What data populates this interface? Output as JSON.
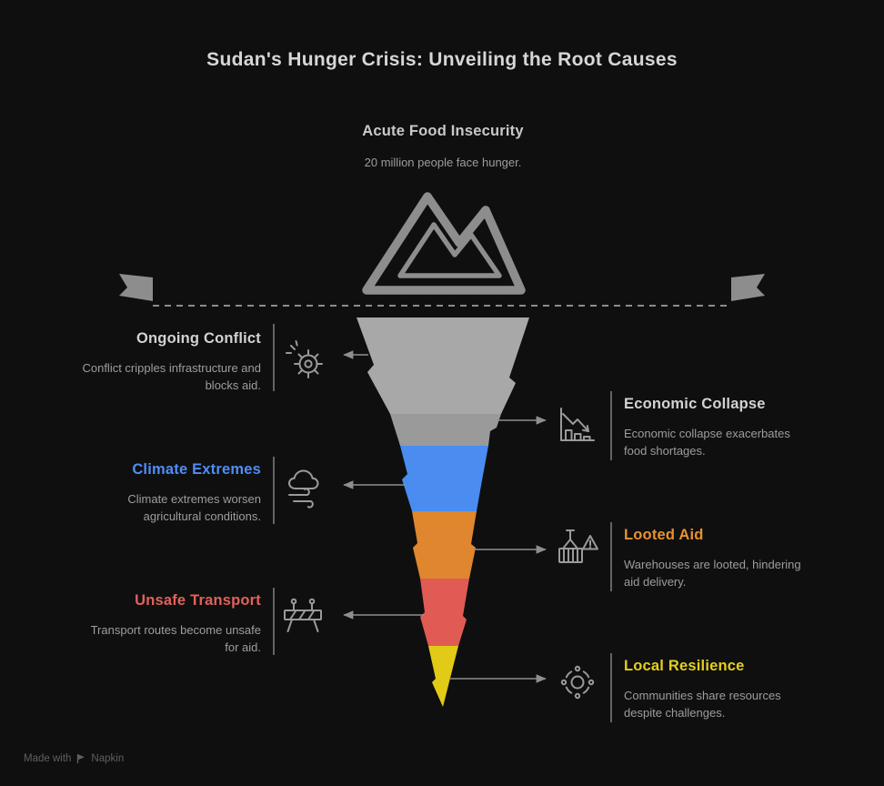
{
  "title": "Sudan's Hunger Crisis: Unveiling the Root Causes",
  "apex": {
    "heading": "Acute Food Insecurity",
    "desc": "20 million people face hunger."
  },
  "left_items": [
    {
      "heading": "Ongoing Conflict",
      "desc": "Conflict cripples infrastructure and\nblocks aid.",
      "color": "#d2d2d2"
    },
    {
      "heading": "Climate Extremes",
      "desc": "Climate extremes worsen\nagricultural conditions.",
      "color": "#4f8ef7"
    },
    {
      "heading": "Unsafe Transport",
      "desc": "Transport routes become unsafe\nfor aid.",
      "color": "#e2615b"
    }
  ],
  "right_items": [
    {
      "heading": "Economic Collapse",
      "desc": "Economic collapse exacerbates\nfood shortages.",
      "color": "#d2d2d2"
    },
    {
      "heading": "Looted Aid",
      "desc": "Warehouses are looted, hindering\naid delivery.",
      "color": "#e8922e"
    },
    {
      "heading": "Local Resilience",
      "desc": "Communities share resources\ndespite challenges.",
      "color": "#e3cf1e"
    }
  ],
  "funnel": {
    "bands": [
      {
        "label": "Ongoing Conflict",
        "color": "#a8a8a8"
      },
      {
        "label": "Economic Collapse",
        "color": "#9a9a9a"
      },
      {
        "label": "Climate Extremes",
        "color": "#4a8cf0"
      },
      {
        "label": "Looted Aid",
        "color": "#df862f"
      },
      {
        "label": "Unsafe Transport",
        "color": "#e05b54"
      },
      {
        "label": "Local Resilience",
        "color": "#e2cb16"
      }
    ]
  },
  "colors": {
    "title": "#d6d6d6",
    "apex_heading": "#c9c9c9"
  },
  "watermark": {
    "made_with": "Made with",
    "brand": "Napkin"
  }
}
